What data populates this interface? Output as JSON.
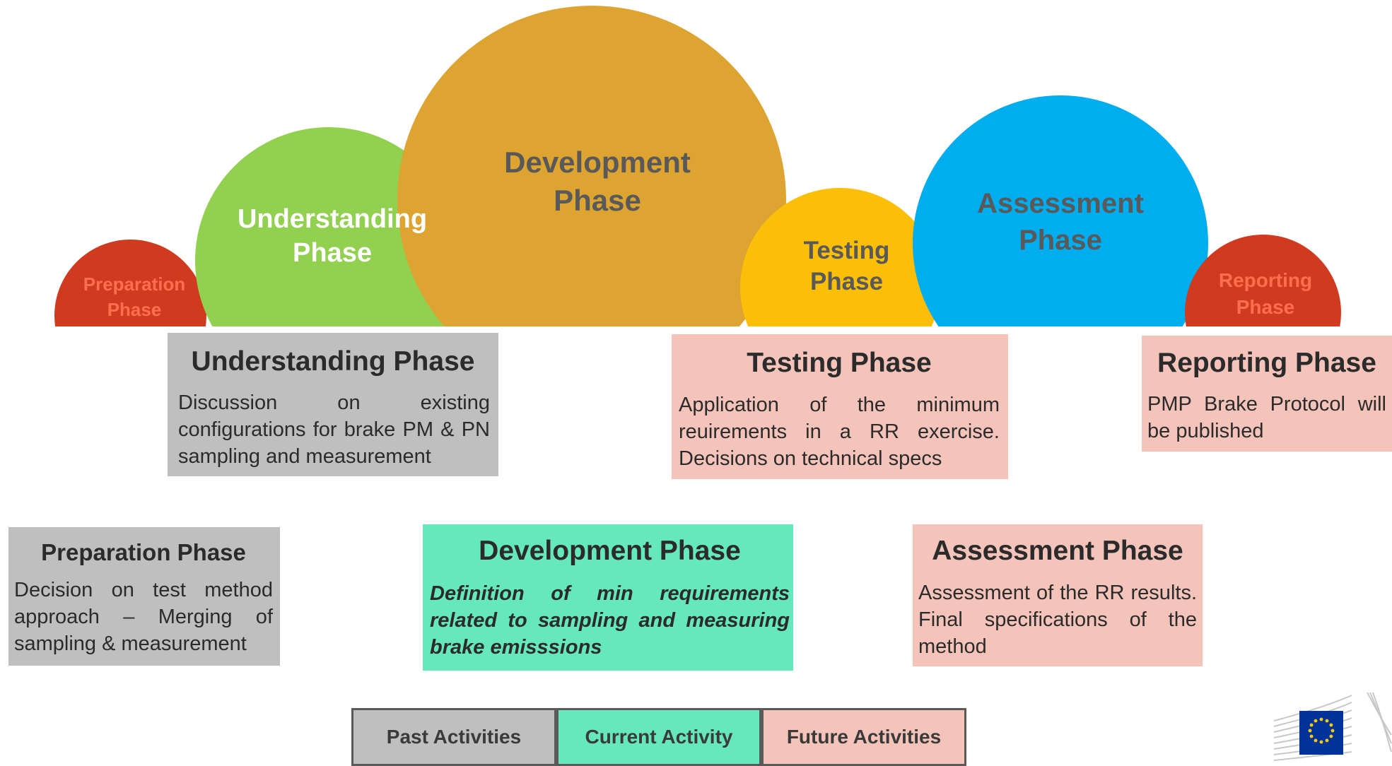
{
  "bubbles": {
    "preparation": {
      "label": "Preparation\nPhase",
      "color": "#d03a1e",
      "text_color": "#ff6f4f"
    },
    "understanding": {
      "label": "Understanding\nPhase",
      "color": "#92d050",
      "text_color": "#ffffff"
    },
    "development": {
      "label": "Development\nPhase",
      "color": "#dda432",
      "text_color": "#595959"
    },
    "testing": {
      "label": "Testing\nPhase",
      "color": "#fbbf08",
      "text_color": "#595959"
    },
    "assessment": {
      "label": "Assessment\nPhase",
      "color": "#00adee",
      "text_color": "#595959"
    },
    "reporting": {
      "label": "Reporting\nPhase",
      "color": "#d03a1e",
      "text_color": "#ff6f4f"
    }
  },
  "boxes": {
    "understanding": {
      "title": "Understanding Phase",
      "text": "Discussion on existing configurations for brake PM & PN sampling and measurement",
      "status": "past"
    },
    "testing": {
      "title": "Testing Phase",
      "text": "Application of the minimum reuirements in a RR exercise. Decisions on technical specs",
      "status": "future"
    },
    "reporting": {
      "title": "Reporting Phase",
      "text": "PMP Brake Protocol will be published",
      "status": "future"
    },
    "preparation": {
      "title": "Preparation Phase",
      "text": "Decision on test method approach – Merging of sampling & measurement",
      "status": "past"
    },
    "development": {
      "title": "Development Phase",
      "text": "Definition of min requirements related to sampling and measuring brake emisssions",
      "status": "current"
    },
    "assessment": {
      "title": "Assessment Phase",
      "text": "Assessment of the RR results. Final specifications of the method",
      "status": "future"
    }
  },
  "legend": {
    "past": "Past Activities",
    "current": "Current Activity",
    "future": "Future Activities"
  },
  "colors": {
    "past": "#bfbfbf",
    "current": "#66e8bd",
    "future": "#f4c4ba",
    "eu_blue": "#003399",
    "eu_star": "#ffcc00"
  },
  "logo": {
    "icon": "european-commission-logo"
  }
}
